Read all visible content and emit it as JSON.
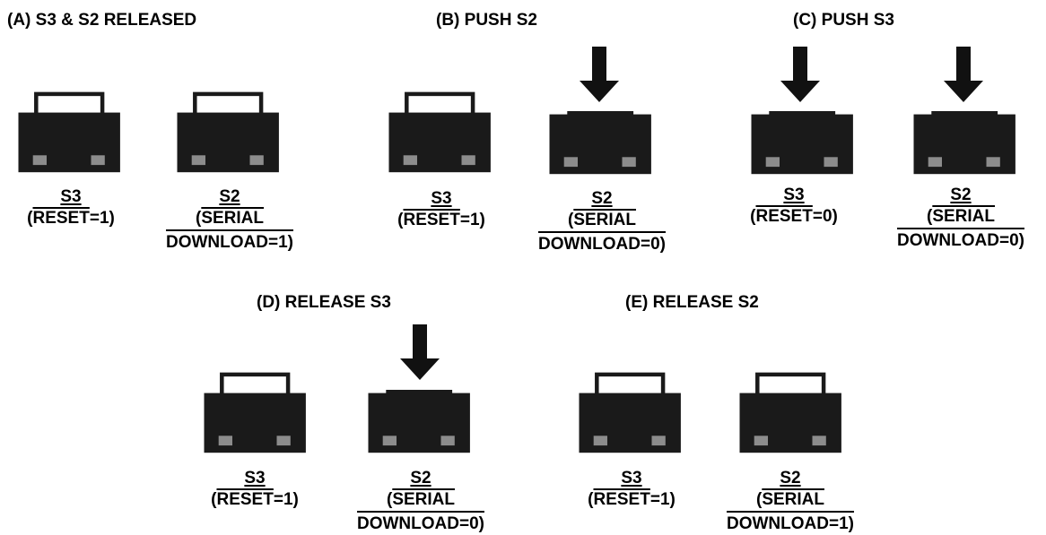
{
  "panels": {
    "a": {
      "title": "(A) S3 & S2 RELEASED",
      "s3": {
        "name": "S3",
        "open_paren": "(",
        "signal": "RESET",
        "state": "=1)"
      },
      "s2": {
        "name": "S2",
        "open_paren": "(",
        "signal_line1": "SERIAL",
        "signal_line2": "DOWNLOAD",
        "state": "=1)"
      }
    },
    "b": {
      "title": "(B) PUSH S2",
      "s3": {
        "name": "S3",
        "open_paren": "(",
        "signal": "RESET",
        "state": "=1)"
      },
      "s2": {
        "name": "S2",
        "open_paren": "(",
        "signal_line1": "SERIAL",
        "signal_line2": "DOWNLOAD",
        "state": "=0)"
      }
    },
    "c": {
      "title": "(C) PUSH S3",
      "s3": {
        "name": "S3",
        "open_paren": "(",
        "signal": "RESET",
        "state": "=0)"
      },
      "s2": {
        "name": "S2",
        "open_paren": "(",
        "signal_line1": "SERIAL",
        "signal_line2": "DOWNLOAD",
        "state": "=0)"
      }
    },
    "d": {
      "title": "(D) RELEASE S3",
      "s3": {
        "name": "S3",
        "open_paren": "(",
        "signal": "RESET",
        "state": "=1)"
      },
      "s2": {
        "name": "S2",
        "open_paren": "(",
        "signal_line1": "SERIAL",
        "signal_line2": "DOWNLOAD",
        "state": "=0)"
      }
    },
    "e": {
      "title": "(E) RELEASE S2",
      "s3": {
        "name": "S3",
        "open_paren": "(",
        "signal": "RESET",
        "state": "=1)"
      },
      "s2": {
        "name": "S2",
        "open_paren": "(",
        "signal_line1": "SERIAL",
        "signal_line2": "DOWNLOAD",
        "state": "=1)"
      }
    }
  },
  "colors": {
    "switch_body": "#1a1a1a",
    "switch_pad": "#8c8c8c",
    "arrow": "#111111"
  },
  "icons": {
    "switch_released": "pushbutton-released-icon",
    "switch_pressed": "pushbutton-pressed-icon",
    "push_arrow": "down-arrow-icon"
  }
}
